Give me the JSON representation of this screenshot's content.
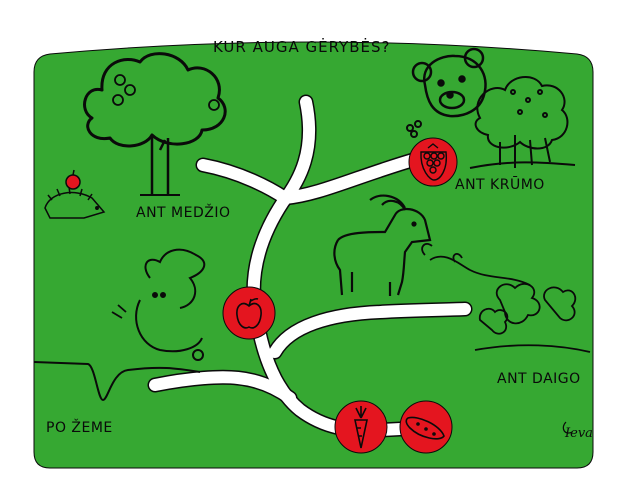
{
  "title": "KUR AUGA GĖRYBĖS?",
  "labels": {
    "tree": "ANT MEDŽIO",
    "bush": "ANT KRŪMO",
    "vine": "ANT DAIGO",
    "ground": "PO ŽEME"
  },
  "signature": "Ieva",
  "colors": {
    "board": "#36a832",
    "path": "#ffffff",
    "marker": "#e4151f",
    "ink": "#0a0a0a"
  },
  "markers": [
    {
      "name": "raspberry-icon"
    },
    {
      "name": "apple-icon"
    },
    {
      "name": "carrot-icon"
    },
    {
      "name": "cucumber-icon"
    }
  ],
  "drawings": [
    "tree",
    "hedgehog",
    "bear",
    "bush",
    "goat",
    "rabbit",
    "vine",
    "ground-line"
  ]
}
